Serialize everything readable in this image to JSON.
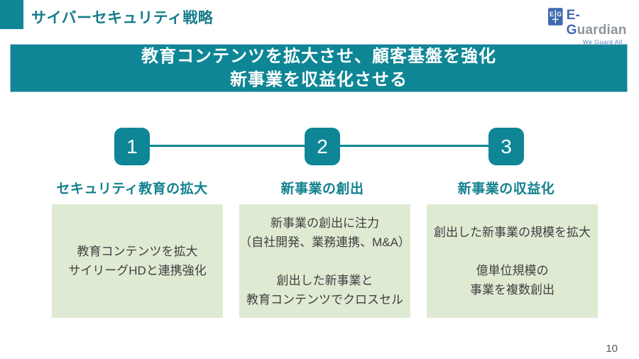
{
  "slide": {
    "title": "サイバーセキュリティ戦略",
    "page_number": "10"
  },
  "logo": {
    "mark_left": "E",
    "mark_right": "G",
    "name_blue": "E-G",
    "name_gray": "uardian",
    "tagline": "We Guard All"
  },
  "banner": {
    "line1": "教育コンテンツを拡大させ、顧客基盤を強化",
    "line2": "新事業を収益化させる"
  },
  "steps": [
    {
      "number": "1",
      "heading": "セキュリティ教育の拡大",
      "body_lines": [
        "教育コンテンツを拡大",
        "サイリーグHDと連携強化"
      ]
    },
    {
      "number": "2",
      "heading": "新事業の創出",
      "body_lines": [
        "新事業の創出に注力",
        "（自社開発、業務連携、M&A）",
        "",
        "創出した新事業と",
        "教育コンテンツでクロスセル"
      ]
    },
    {
      "number": "3",
      "heading": "新事業の収益化",
      "body_lines": [
        "創出した新事業の規模を拡大",
        "",
        "億単位規模の",
        "事業を複数創出"
      ]
    }
  ],
  "colors": {
    "teal": "#0E8695",
    "teal_text": "#157C8C",
    "light_green": "#DFEAD3",
    "logo_blue": "#3E68B1",
    "logo_gray": "#8E959D",
    "body_text": "#404040"
  }
}
